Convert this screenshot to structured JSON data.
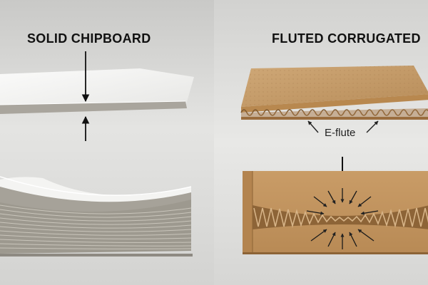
{
  "panels": {
    "left": {
      "heading": "SOLID CHIPBOARD"
    },
    "right": {
      "heading": "FLUTED CORRUGATED",
      "flute_label": "E-flute"
    }
  },
  "colors": {
    "background": "#d9d9d7",
    "board_white": "#f6f6f4",
    "chipboard_gray": "#a8a49c",
    "kraft": "#c8a06e",
    "kraft_dark": "#8a6238",
    "arrow": "#111111"
  }
}
